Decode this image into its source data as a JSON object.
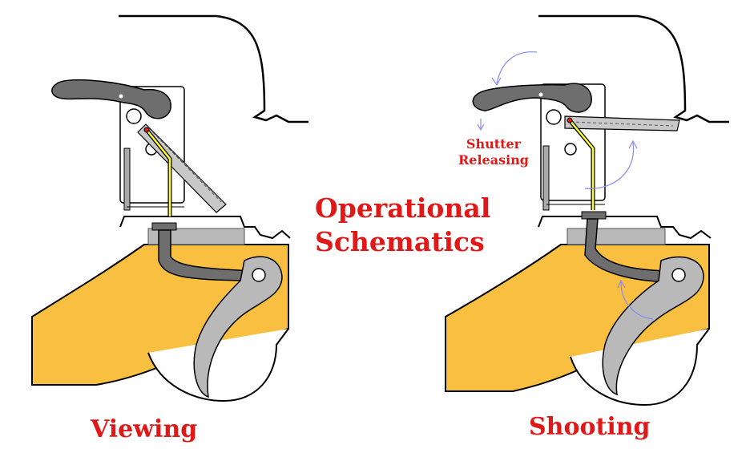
{
  "title": {
    "line1": "Operational",
    "line2": "Schematics"
  },
  "panels": {
    "left": {
      "caption": "Viewing"
    },
    "right": {
      "caption": "Shooting",
      "note_line1": "Shutter",
      "note_line2": "Releasing"
    }
  },
  "colors": {
    "stock": "#f8bf40",
    "lever": "#6e6e6e",
    "trigger": "#b9b9b9",
    "link": "#ffff20",
    "label": "#e01818",
    "motion_arrow": "#8a8af0"
  }
}
